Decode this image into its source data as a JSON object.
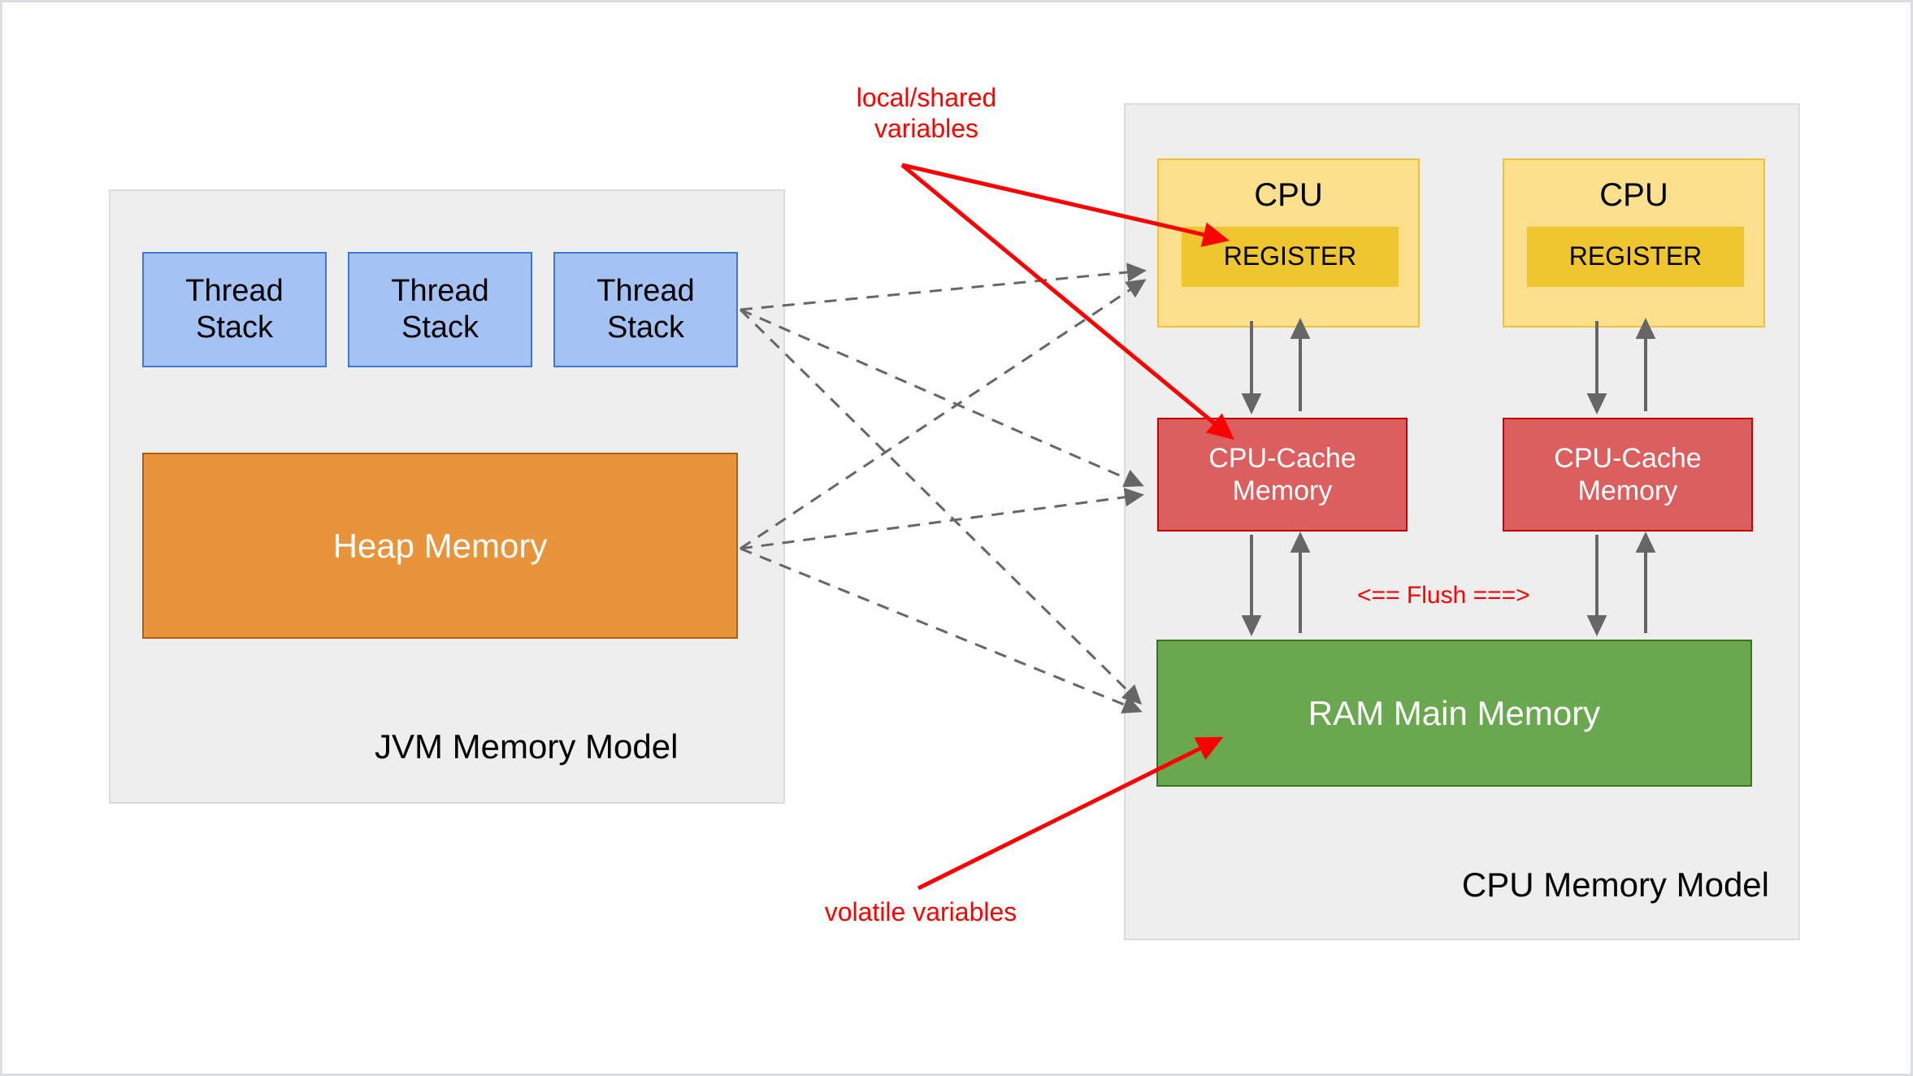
{
  "diagram": {
    "title": "JVM Memory Model and CPU Memory Model",
    "colors": {
      "thread_stack_fill": "#A4C2F4",
      "thread_stack_border": "#3C78D8",
      "heap_fill": "#E8943A",
      "heap_border": "#B45F06",
      "cpu_fill": "#FCE08D",
      "cpu_border": "#F1C232",
      "register_fill": "#EFC530",
      "cache_fill": "#DC5F5F",
      "cache_border": "#CC0000",
      "ram_fill": "#6AA84F",
      "ram_border": "#38761D",
      "panel_fill": "#EEEEEE",
      "panel_border": "#DDDDDD",
      "annotation_red": "#FF0000",
      "connector_gray": "#666666"
    }
  },
  "jvm_panel": {
    "title": "JVM Memory Model",
    "thread_stacks": [
      {
        "label": "Thread\nStack"
      },
      {
        "label": "Thread\nStack"
      },
      {
        "label": "Thread\nStack"
      }
    ],
    "heap": {
      "label": "Heap Memory"
    }
  },
  "cpu_panel": {
    "title": "CPU Memory Model",
    "cpus": [
      {
        "label": "CPU",
        "register_label": "REGISTER",
        "cache_label": "CPU-Cache\nMemory"
      },
      {
        "label": "CPU",
        "register_label": "REGISTER",
        "cache_label": "CPU-Cache\nMemory"
      }
    ],
    "ram": {
      "label": "RAM Main Memory"
    }
  },
  "annotations": {
    "local_shared": "local/shared\nvariables",
    "volatile": "volatile variables",
    "flush": "<== Flush ===>"
  }
}
